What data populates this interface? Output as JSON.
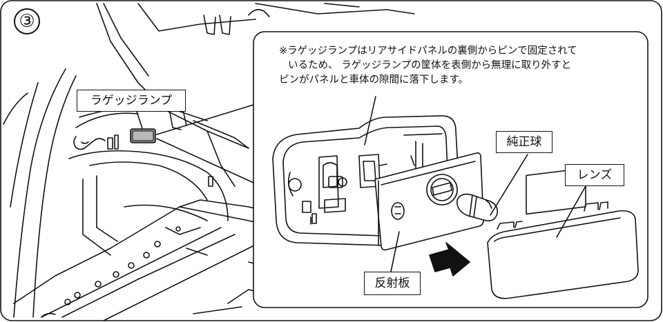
{
  "step_number": "③",
  "labels": {
    "luggage_lamp": "ラゲッジランプ",
    "genuine_bulb": "純正球",
    "lens": "レンズ",
    "reflector": "反射板"
  },
  "note": {
    "line1": "※ラゲッジランプはリアサイドパネルの裏側からピンで固定されて",
    "line2": "いるため、 ラゲッジランプの筐体を表側から無理に取り外すと",
    "line3": "ピンがパネルと車体の隙間に落下します。"
  }
}
